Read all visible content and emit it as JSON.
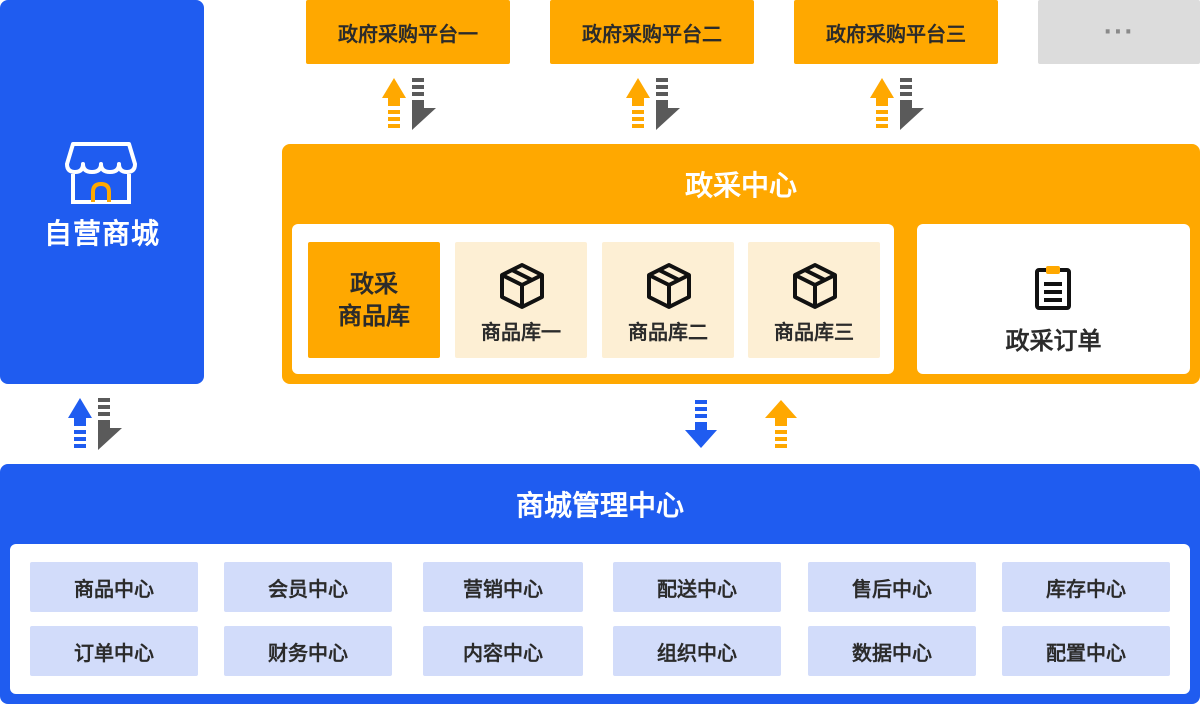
{
  "left_panel": {
    "title": "自营商城",
    "icon": "shop-icon"
  },
  "platforms": [
    "政府采购平台一",
    "政府采购平台二",
    "政府采购平台三",
    "···"
  ],
  "zc_center": {
    "title": "政采中心",
    "main_library": [
      "政采",
      "商品库"
    ],
    "libraries": [
      "商品库一",
      "商品库二",
      "商品库三"
    ],
    "order": "政采订单"
  },
  "mall_center": {
    "title": "商城管理中心",
    "row1": [
      "商品中心",
      "会员中心",
      "营销中心",
      "配送中心",
      "售后中心",
      "库存中心"
    ],
    "row2": [
      "订单中心",
      "财务中心",
      "内容中心",
      "组织中心",
      "数据中心",
      "配置中心"
    ]
  },
  "colors": {
    "blue": "#1f5cf0",
    "orange": "#ffa800",
    "gray": "#5a5a5a",
    "light_blue": "#d2dcfa",
    "light_orange": "#fdefd4"
  }
}
